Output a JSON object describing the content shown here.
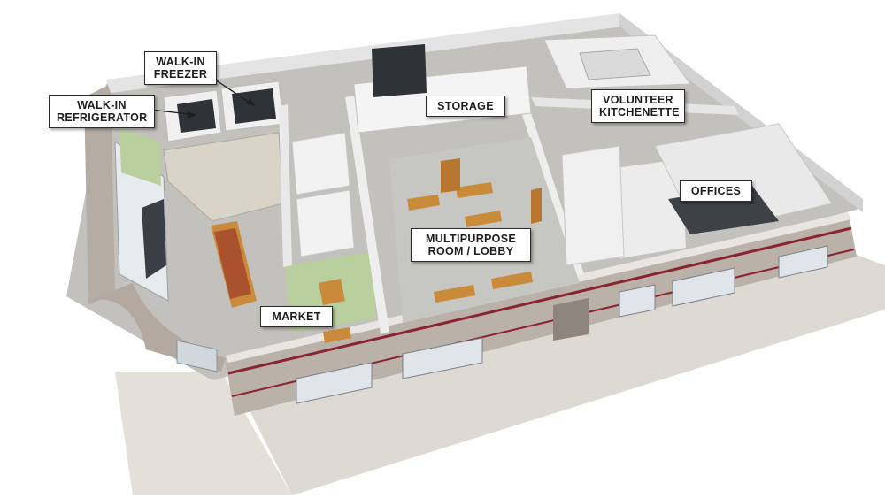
{
  "labels": {
    "walkin_freezer": [
      "WALK-IN",
      "FREEZER"
    ],
    "walkin_refrigerator": [
      "WALK-IN",
      "REFRIGERATOR"
    ],
    "storage": "STORAGE",
    "volunteer_kitchenette": [
      "VOLUNTEER",
      "KITCHENETTE"
    ],
    "offices": "OFFICES",
    "multipurpose_room": [
      "MULTIPURPOSE",
      "ROOM / LOBBY"
    ],
    "market": "MARKET"
  },
  "colors": {
    "ground": "#dcd8d2",
    "floor": "#bdbdb8",
    "wall_top": "#ededed",
    "wall_side": "#d6d6d6",
    "exterior_wall": "#b8aea6",
    "accent_stripe": "#8a2430",
    "wood": "#c98a3a",
    "green_wall": "#b9cf9e",
    "glass": "#3a3f45"
  }
}
